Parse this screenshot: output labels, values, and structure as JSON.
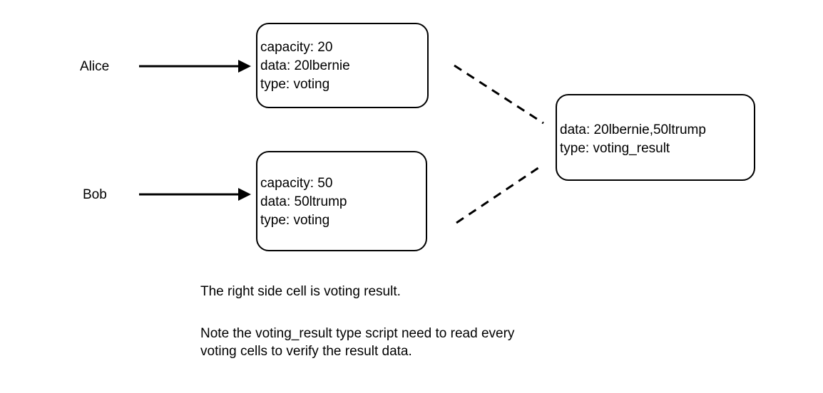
{
  "diagram": {
    "background_color": "#ffffff",
    "stroke_color": "#000000",
    "actors": [
      {
        "name": "alice",
        "label": "Alice"
      },
      {
        "name": "bob",
        "label": "Bob"
      }
    ],
    "cells": [
      {
        "name": "alice-voting-cell",
        "line1": "capacity: 20",
        "line2": "data: 20lbernie",
        "line3": "type: voting"
      },
      {
        "name": "bob-voting-cell",
        "line1": "capacity: 50",
        "line2": "data: 50ltrump",
        "line3": "type: voting"
      },
      {
        "name": "voting-result-cell",
        "line1": "data: 20lbernie,50ltrump",
        "line2": "type: voting_result"
      }
    ],
    "captions": {
      "first": "The right side cell is voting result.",
      "second": "Note the voting_result type script need to read every\nvoting cells to verify the result data."
    }
  }
}
